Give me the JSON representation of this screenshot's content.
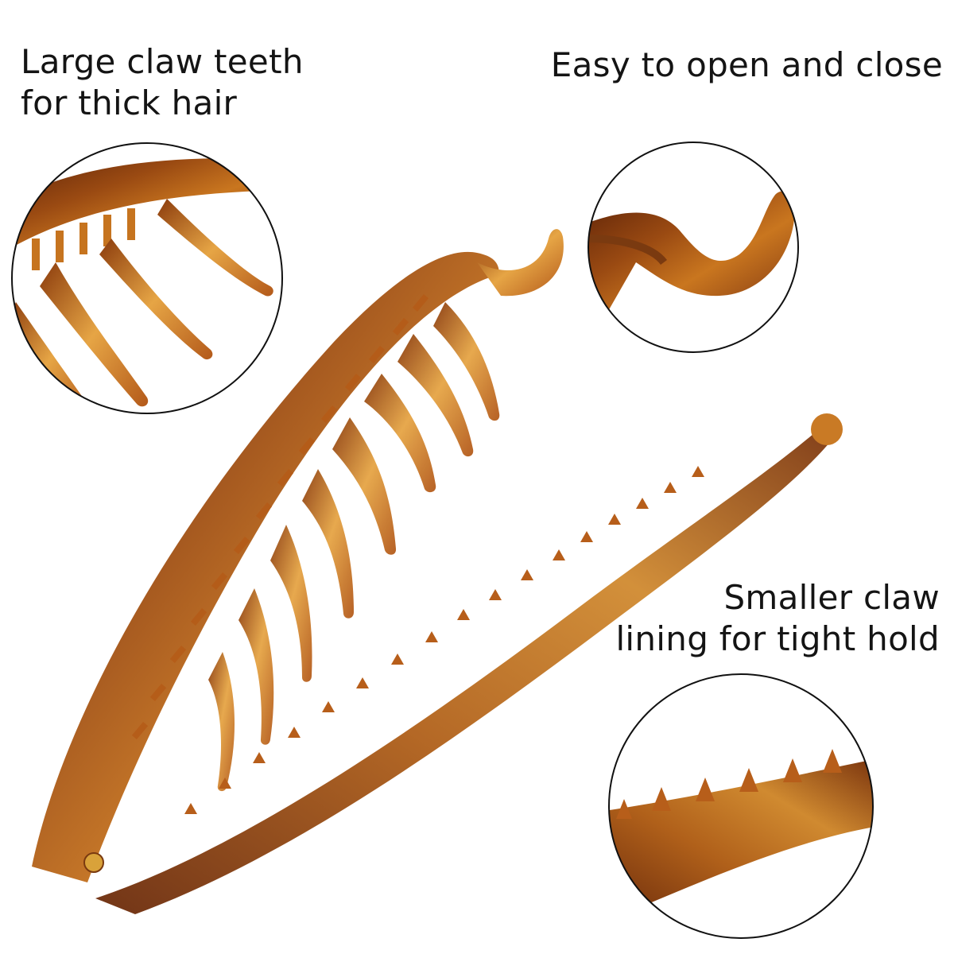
{
  "captions": {
    "top_left": {
      "line1": "Large claw teeth",
      "line2": "for thick hair"
    },
    "top_right": {
      "line1": "Easy to open and close"
    },
    "bottom_right": {
      "line1": "Smaller claw",
      "line2": "lining for tight hold"
    }
  },
  "colors": {
    "background": "#ffffff",
    "tortoise_dark": "#6b2a0c",
    "tortoise_mid": "#a8510f",
    "tortoise_light": "#e0a040",
    "outline": "#111111"
  }
}
